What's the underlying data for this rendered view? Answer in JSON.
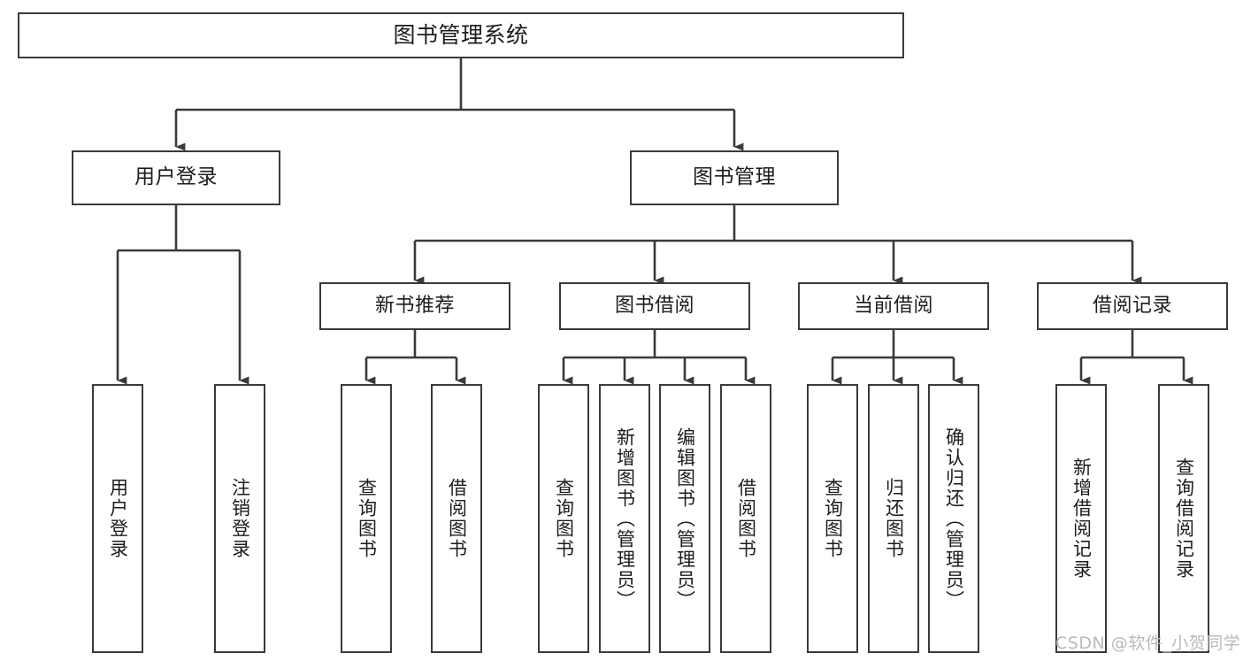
{
  "diagram": {
    "title": "图书管理系统",
    "type": "功能结构图",
    "stroke_color": "#3a3a3a",
    "text_color": "#1c1c1c",
    "background_color": "#ffffff"
  },
  "nodes": {
    "root": {
      "label": "图书管理系统"
    },
    "level_one": [
      {
        "label": "用户登录"
      },
      {
        "label": "图书管理"
      }
    ],
    "level_two": [
      {
        "label": "新书推荐"
      },
      {
        "label": "图书借阅"
      },
      {
        "label": "当前借阅"
      },
      {
        "label": "借阅记录"
      }
    ],
    "leaves": {
      "user_login": [
        {
          "label": "用户登录"
        },
        {
          "label": "注销登录"
        }
      ],
      "new_book_recommend": [
        {
          "label": "查询图书"
        },
        {
          "label": "借阅图书"
        }
      ],
      "book_borrow": [
        {
          "label": "查询图书"
        },
        {
          "label": "新增图书（管理员）"
        },
        {
          "label": "编辑图书（管理员）"
        },
        {
          "label": "借阅图书"
        }
      ],
      "current_borrow": [
        {
          "label": "查询图书"
        },
        {
          "label": "归还图书"
        },
        {
          "label": "确认归还（管理员）"
        }
      ],
      "borrow_record": [
        {
          "label": "新增借阅记录"
        },
        {
          "label": "查询借阅记录"
        }
      ]
    }
  },
  "watermark": {
    "text": "CSDN @软件_小贺同学",
    "color": "#b9b9b9"
  }
}
